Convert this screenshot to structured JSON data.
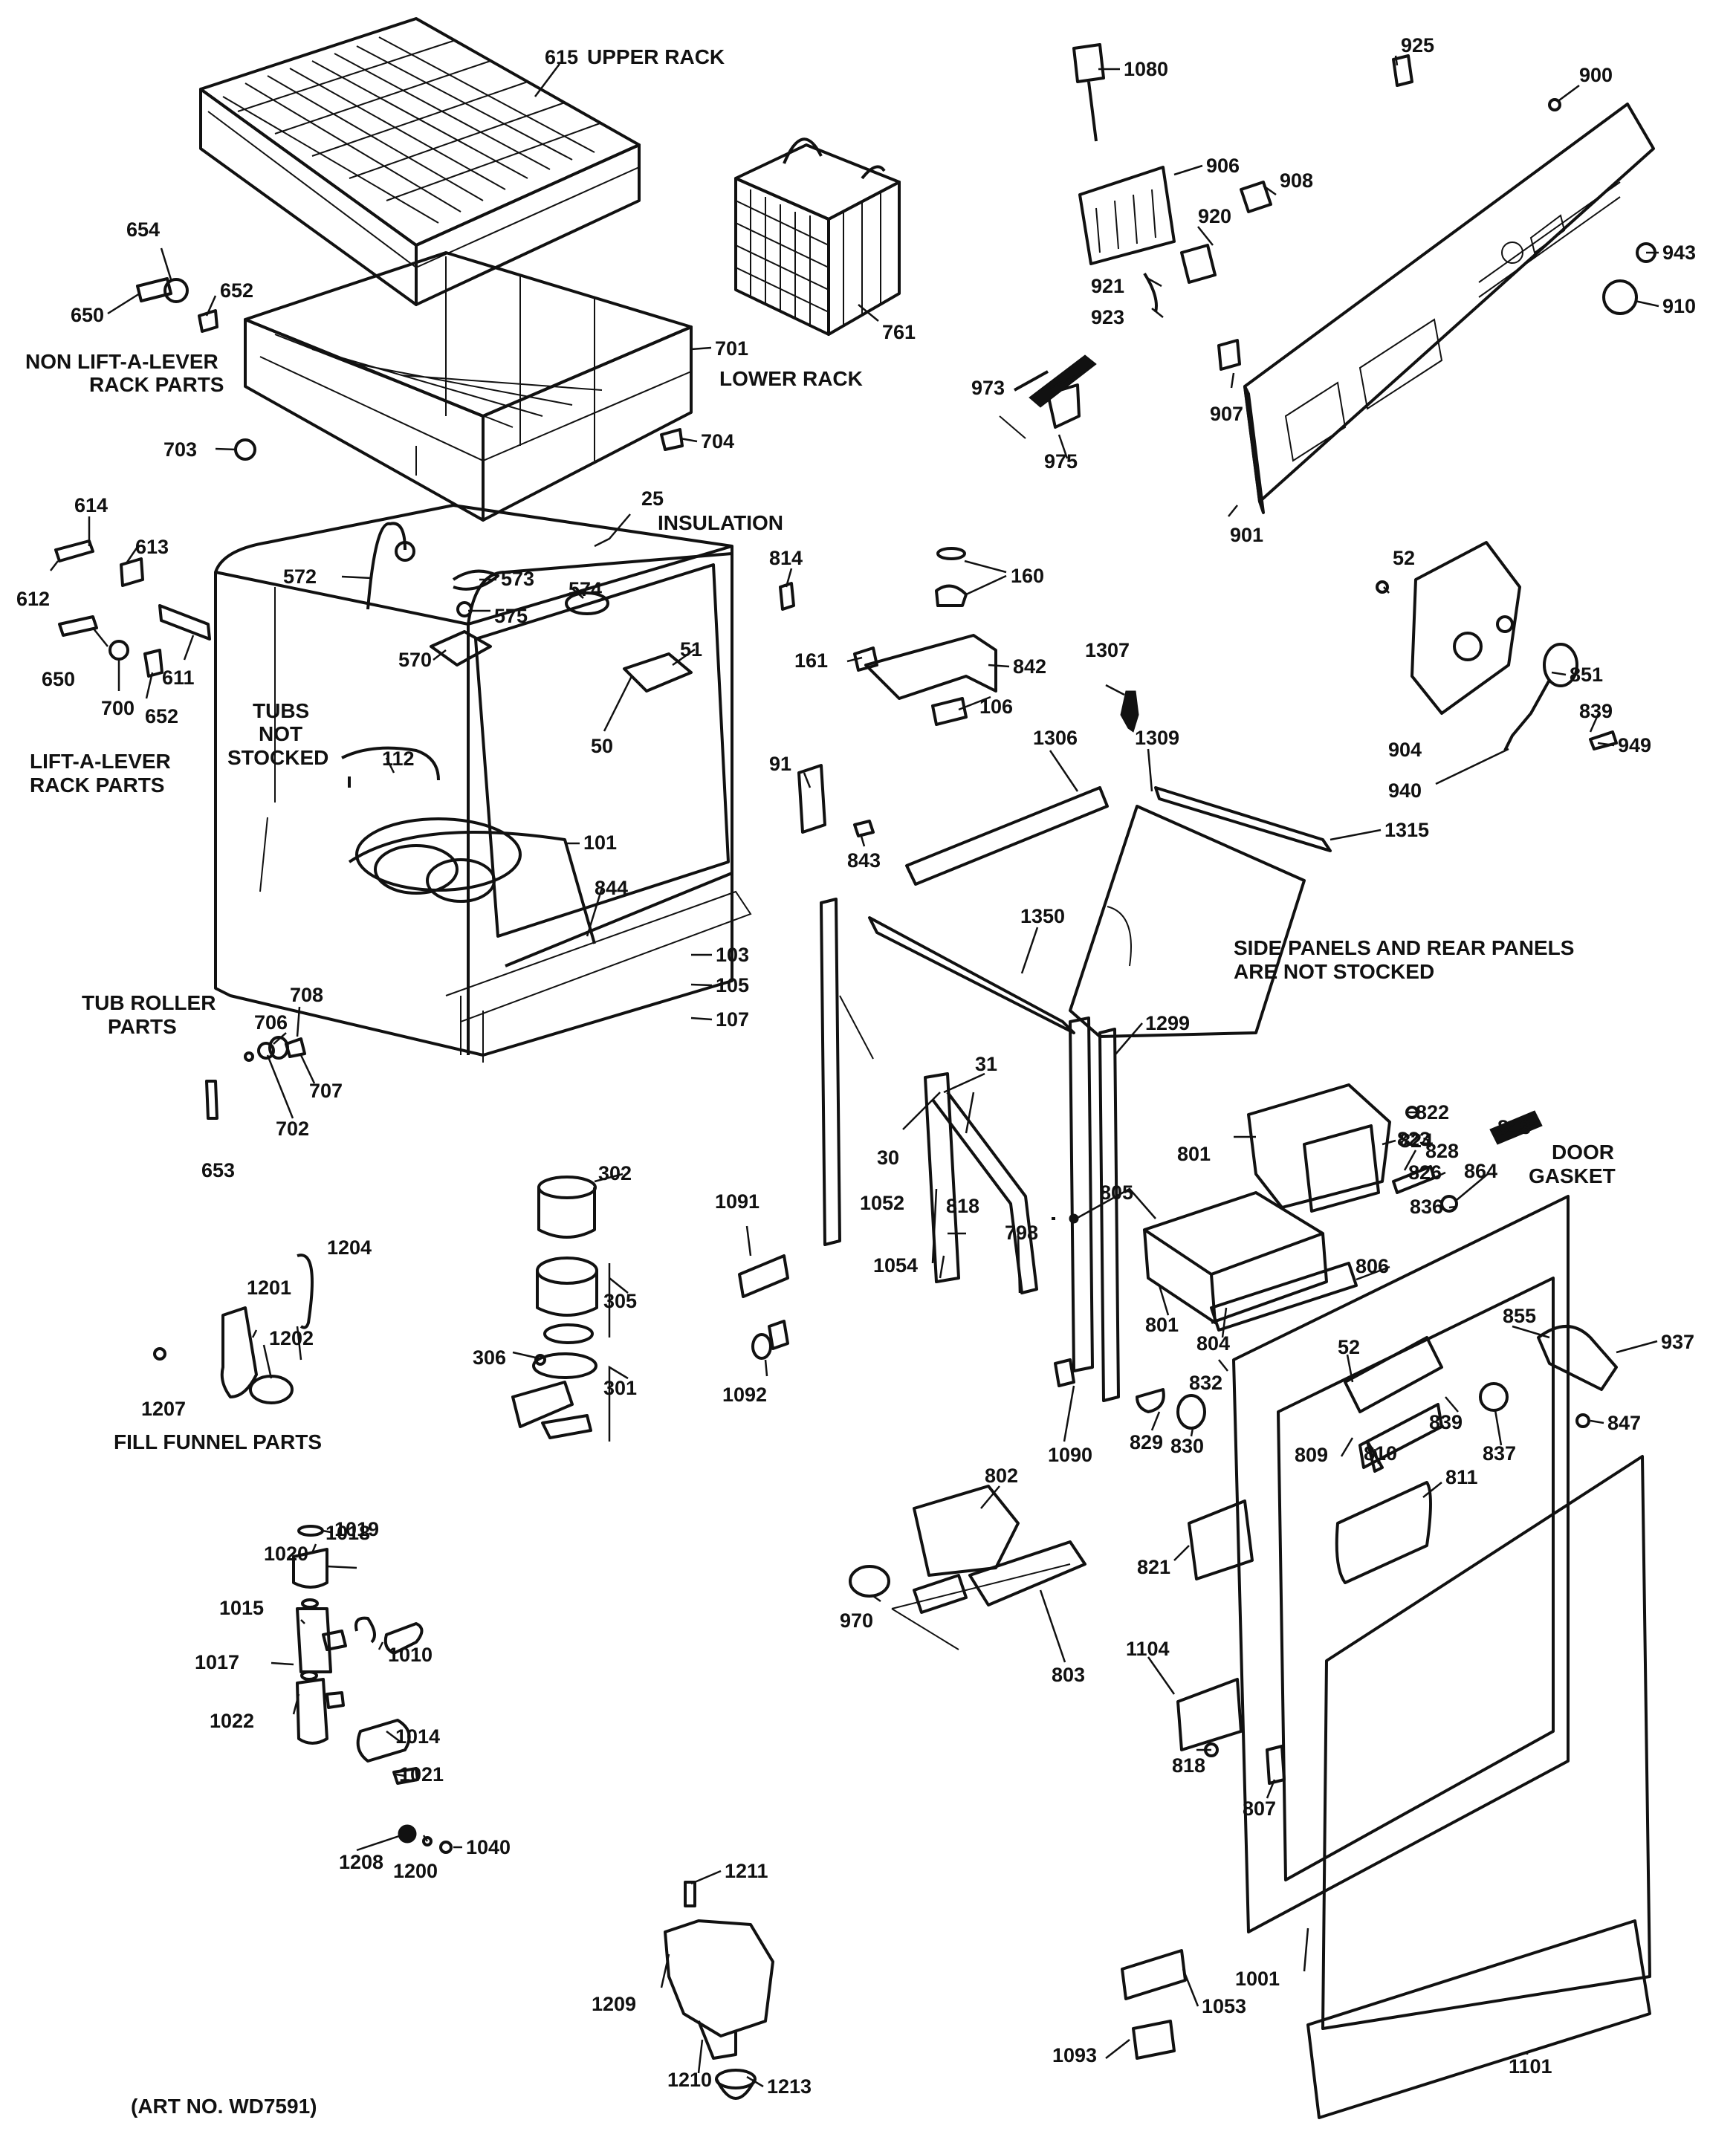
{
  "captions": {
    "upper_rack": "UPPER RACK",
    "lower_rack": "LOWER RACK",
    "insulation": "INSULATION",
    "non_lift_1": "NON LIFT-A-LEVER",
    "non_lift_2": "RACK PARTS",
    "lift_1": "LIFT-A-LEVER",
    "lift_2": "RACK PARTS",
    "tubs_1": "TUBS",
    "tubs_2": "NOT",
    "tubs_3": "STOCKED",
    "tub_roller_1": "TUB ROLLER",
    "tub_roller_2": "PARTS",
    "fill_funnel": "FILL FUNNEL PARTS",
    "side_panels_1": "SIDE PANELS AND REAR PANELS",
    "side_panels_2": "ARE NOT STOCKED",
    "door_1": "DOOR",
    "door_2": "GASKET",
    "art_no": "(ART NO. WD7591)"
  },
  "parts": [
    "615",
    "761",
    "1080",
    "925",
    "900",
    "906",
    "908",
    "920",
    "921",
    "923",
    "943",
    "910",
    "654",
    "652",
    "650",
    "701",
    "703",
    "704",
    "973",
    "975",
    "907",
    "901",
    "614",
    "613",
    "612",
    "611",
    "650b",
    "700",
    "652b",
    "25",
    "572",
    "573",
    "574",
    "575",
    "570",
    "51",
    "50",
    "112",
    "101",
    "844",
    "814",
    "160",
    "161",
    "842",
    "106",
    "1307",
    "52",
    "904",
    "851",
    "839",
    "949",
    "940",
    "91",
    "843",
    "1306",
    "1309",
    "1315",
    "1350",
    "103",
    "105",
    "107",
    "708",
    "706",
    "707",
    "702",
    "653",
    "1299",
    "31",
    "30",
    "823",
    "822",
    "824",
    "828",
    "826",
    "864",
    "843b",
    "836",
    "801",
    "805",
    "302",
    "305",
    "306",
    "301",
    "1091",
    "1052",
    "818",
    "798",
    "1054",
    "1092",
    "801b",
    "804",
    "806",
    "855",
    "937",
    "832",
    "52b",
    "839b",
    "837",
    "847",
    "1204",
    "1201",
    "1202",
    "1207",
    "1090",
    "829",
    "830",
    "809",
    "810",
    "811",
    "802",
    "970",
    "803",
    "821",
    "1019",
    "1018",
    "1020",
    "1015",
    "1010",
    "1017",
    "1022",
    "1014",
    "1021",
    "1104",
    "818b",
    "807",
    "1208",
    "1200",
    "1040",
    "1211",
    "1209",
    "1210",
    "1213",
    "1001",
    "1053",
    "1093",
    "1101"
  ]
}
